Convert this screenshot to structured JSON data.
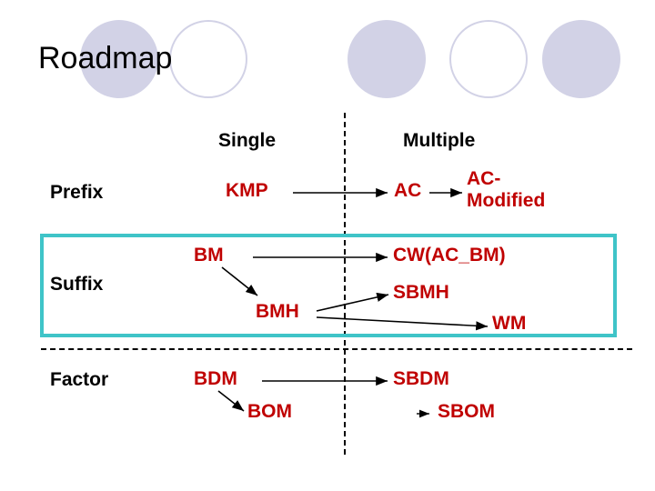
{
  "slide": {
    "title": "Roadmap",
    "background_color": "#ffffff",
    "node_color": "#C00000",
    "label_color": "#000000",
    "highlight_box_color": "#3FC4C8",
    "decor_circle_color": "#d2d2e6"
  },
  "matrix": {
    "column_headers": [
      {
        "label": "Single"
      },
      {
        "label": "Multiple"
      }
    ],
    "row_labels": [
      {
        "label": "Prefix"
      },
      {
        "label": "Suffix"
      },
      {
        "label": "Factor"
      }
    ]
  },
  "nodes": {
    "kmp": "KMP",
    "ac": "AC",
    "ac_modified": "AC-\nModified",
    "bm": "BM",
    "bmh": "BMH",
    "cw_ac_bm": "CW(AC_BM)",
    "sbmh": "SBMH",
    "wm": "WM",
    "bdm": "BDM",
    "bom": "BOM",
    "sbdm": "SBDM",
    "sbom": "SBOM"
  },
  "edges": [
    {
      "from": "KMP",
      "to": "AC"
    },
    {
      "from": "AC",
      "to": "AC-Modified"
    },
    {
      "from": "BM",
      "to": "CW(AC_BM)"
    },
    {
      "from": "BM",
      "to": "BMH"
    },
    {
      "from": "BMH",
      "to": "SBMH"
    },
    {
      "from": "BMH",
      "to": "WM"
    },
    {
      "from": "BDM",
      "to": "SBDM"
    },
    {
      "from": "BDM",
      "to": "BOM"
    },
    {
      "from": "BOM",
      "to": "SBOM"
    }
  ],
  "decor_circles": [
    {
      "name": "circle-1",
      "style": "filled"
    },
    {
      "name": "circle-2",
      "style": "outline"
    },
    {
      "name": "circle-3",
      "style": "filled"
    },
    {
      "name": "circle-4",
      "style": "outline"
    },
    {
      "name": "circle-5",
      "style": "filled"
    }
  ]
}
